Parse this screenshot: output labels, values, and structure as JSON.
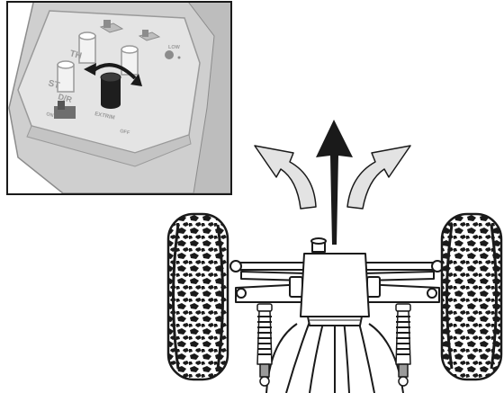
{
  "inset": {
    "labels": {
      "th": "TH",
      "st": "ST",
      "dr": "D/R",
      "low": "LOW",
      "on": "ON",
      "off": "OFF",
      "extrim": "EXTRIM"
    }
  },
  "colors": {
    "ink": "#1a1a1a",
    "housing": "#d9d9d9",
    "housing_dark": "#b5b5b5",
    "arrow_light": "#e3e3e3",
    "tire": "#ffffff"
  },
  "icons": {
    "steering_direction": "curved-double-arrow-icon",
    "forward": "up-arrow-icon",
    "turn_left": "curved-left-arrow-icon",
    "turn_right": "curved-right-arrow-icon"
  }
}
